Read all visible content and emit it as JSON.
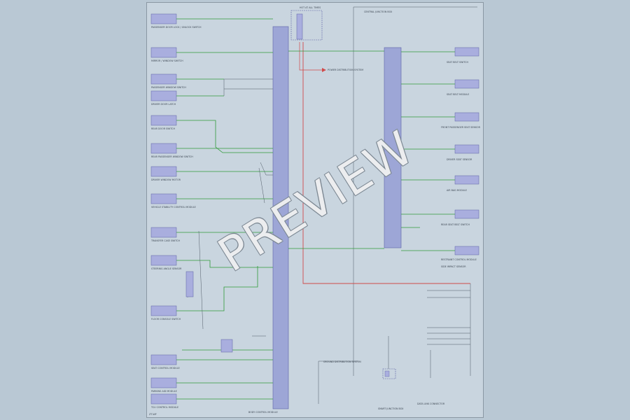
{
  "diagram": {
    "watermark": "PREVIEW",
    "page_id": "ZT-WF",
    "left_modules": [
      "PASSENGER DOOR LOCK / UNLOCK SWITCH",
      "MIRROR / WINDOW SWITCH",
      "PASSENGER WINDOW SWITCH",
      "DRIVER DOOR LATCH",
      "REAR DOOR SWITCH",
      "REAR PASSENGER WINDOW SWITCH",
      "DRIVER WINDOW MOTOR",
      "VEHICLE STABILITY CONTROL MODULE",
      "TRANSFER CASE SWITCH",
      "STEERING ANGLE SENSOR",
      "FLOOR CONSOLE SWITCH",
      "SEAT CONTROL MODULE",
      "PARKING AID MODULE",
      "TCU CONTROL MODULE"
    ],
    "right_modules": [
      "SEAT BELT SWITCH",
      "SEAT BELT MODULE",
      "FRONT PASSENGER SEAT SENSOR",
      "DRIVER SEAT SENSOR",
      "AIR BAG MODULE",
      "REAR SEAT BELT SWITCH",
      "RESTRAINT CONTROL MODULE",
      "SIDE IMPACT SENSOR"
    ],
    "labels": {
      "top_box": "HOT AT ALL TIMES",
      "top_right_box": "CENTRAL JUNCTION BOX",
      "distribution_arrow": "POWER DISTRIBUTION SYSTEM",
      "bus_bottom": "BODY CONTROL MODULE",
      "ground_label": "GROUND DISTRIBUTION SYSTEM",
      "bottom_right": "DATA LINK CONNECTOR",
      "bottom_mid": "SMART JUNCTION BOX"
    },
    "wire_color": "#2f9a3a",
    "power_color": "#d04a4a",
    "module_color": "#a9aede"
  }
}
